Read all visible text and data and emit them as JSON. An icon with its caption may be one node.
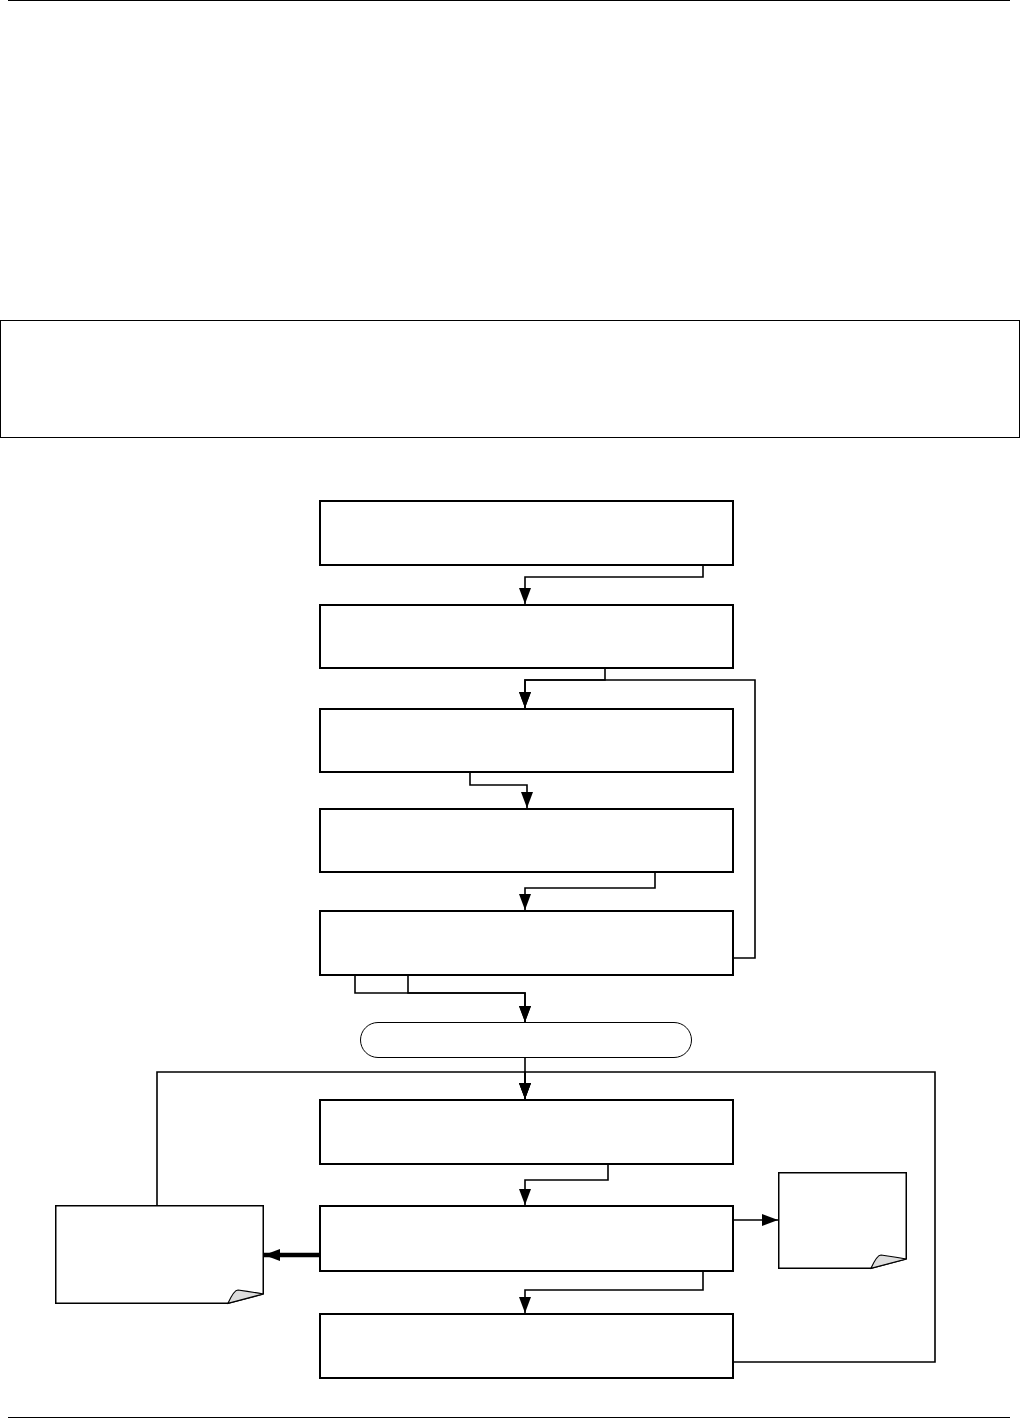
{
  "diagram": {
    "nodes": [
      {
        "text": [],
        "shape": "box"
      },
      {
        "text": [],
        "shape": "box"
      },
      {
        "text": [],
        "shape": "box"
      },
      {
        "text": [],
        "shape": "box"
      },
      {
        "text": [],
        "shape": "box"
      },
      {
        "text": [],
        "shape": "box"
      },
      {
        "text": [],
        "shape": "terminator"
      },
      {
        "text": [],
        "shape": "box"
      },
      {
        "text": [],
        "shape": "document"
      },
      {
        "text": [],
        "shape": "box"
      },
      {
        "text": [],
        "shape": "document"
      },
      {
        "text": [],
        "shape": "box"
      }
    ],
    "edges": [
      {
        "from": 1,
        "to": 2,
        "arrow": "to"
      },
      {
        "from": 2,
        "to": 3,
        "arrow": "to"
      },
      {
        "from": 5,
        "to": 3,
        "arrow": "to"
      },
      {
        "from": 3,
        "to": 4,
        "arrow": "to"
      },
      {
        "from": 4,
        "to": 5,
        "arrow": "to"
      },
      {
        "from": 5,
        "to": 6,
        "arrow": "to"
      },
      {
        "from": 5,
        "to": 6,
        "arrow": "to"
      },
      {
        "from": 6,
        "to": 7,
        "arrow": "to"
      },
      {
        "from": 11,
        "to": 7,
        "arrow": "to"
      },
      {
        "from": 8,
        "to": 7,
        "arrow": "to"
      },
      {
        "from": 7,
        "to": 9,
        "arrow": "to"
      },
      {
        "from": 9,
        "to": 8,
        "arrow": "to",
        "style": "thick"
      },
      {
        "from": 9,
        "to": 10,
        "arrow": "to"
      },
      {
        "from": 9,
        "to": 11,
        "arrow": "to"
      }
    ]
  }
}
